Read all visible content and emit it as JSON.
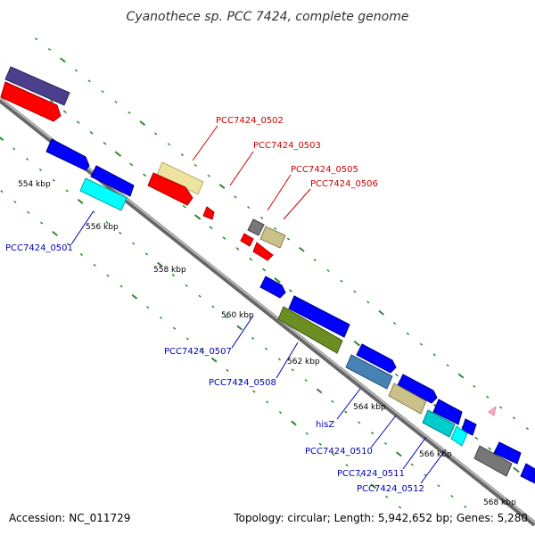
{
  "title": "Cyanothece sp. PCC 7424, complete genome",
  "footer": {
    "accession": "Accession: NC_011729",
    "summary": "Topology: circular; Length: 5,942,652 bp; Genes: 5,280"
  },
  "ruler": {
    "unit": "kbp",
    "major_ticks": [
      "554 kbp",
      "556 kbp",
      "558 kbp",
      "560 kbp",
      "562 kbp",
      "564 kbp",
      "566 kbp",
      "568 kbp"
    ]
  },
  "colors": {
    "backbone": "#888888",
    "tick": "#2e8b2e",
    "label_forward": "#cc0000",
    "label_reverse": "#0000bb",
    "red": "#ff0000",
    "blue": "#0000ff",
    "cyan": "#00ffff",
    "purple": "#4b3f8c",
    "khaki": "#e6dd9a",
    "olive": "#6b8e23",
    "steelblue": "#4682b4",
    "gray": "#666666",
    "pink": "#ffaacc"
  },
  "labels": {
    "top": [
      "PCC7424_0502",
      "PCC7424_0503",
      "PCC7424_0505",
      "PCC7424_0506"
    ],
    "bottom": [
      "PCC7424_0501",
      "PCC7424_0507",
      "PCC7424_0508",
      "hisZ",
      "PCC7424_0510",
      "PCC7424_0511",
      "PCC7424_0512"
    ]
  }
}
